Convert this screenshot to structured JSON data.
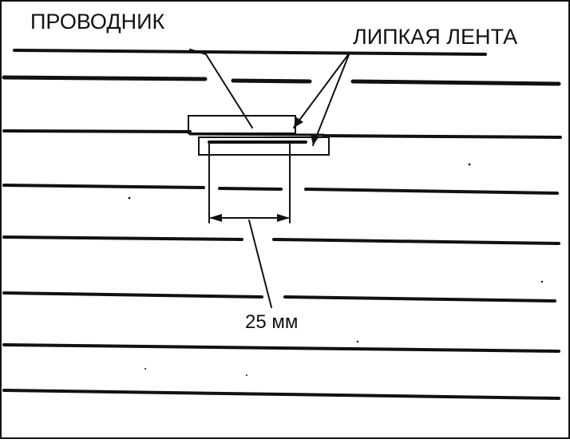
{
  "labels": {
    "conductor": "ПРОВОДНИК",
    "tape": "ЛИПКАЯ ЛЕНТА",
    "dimension": "25 мм"
  },
  "colors": {
    "ink": "#111111",
    "background": "#ffffff"
  }
}
